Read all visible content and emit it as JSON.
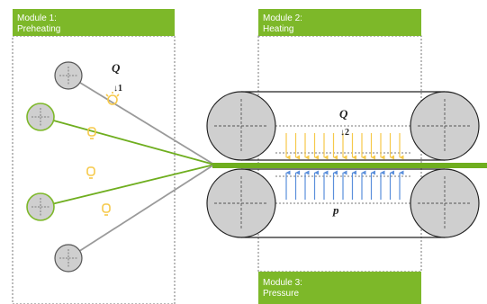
{
  "modules": [
    {
      "line1": "Module 1:",
      "line2": "Preheating"
    },
    {
      "line1": "Module 2:",
      "line2": "Heating"
    },
    {
      "line1": "Module 3:",
      "line2": "Pressure"
    }
  ],
  "symbols": {
    "q1_letter": "Q",
    "q1_sub": "↓1",
    "q2_letter": "Q",
    "q2_sub": "↓2",
    "p_letter": "p"
  },
  "colors": {
    "green": "#7db829",
    "green_line": "#6fae1f",
    "grey_line": "#9a9a9a",
    "roller_fill": "#cfcfcf",
    "heat_arrow": "#f6c94a",
    "pressure_arrow": "#5b8fdb",
    "dashed": "#777777"
  },
  "icons": {
    "heat_sources": "lightbulb-icon",
    "rollers": "roller-crosshair-icon"
  }
}
